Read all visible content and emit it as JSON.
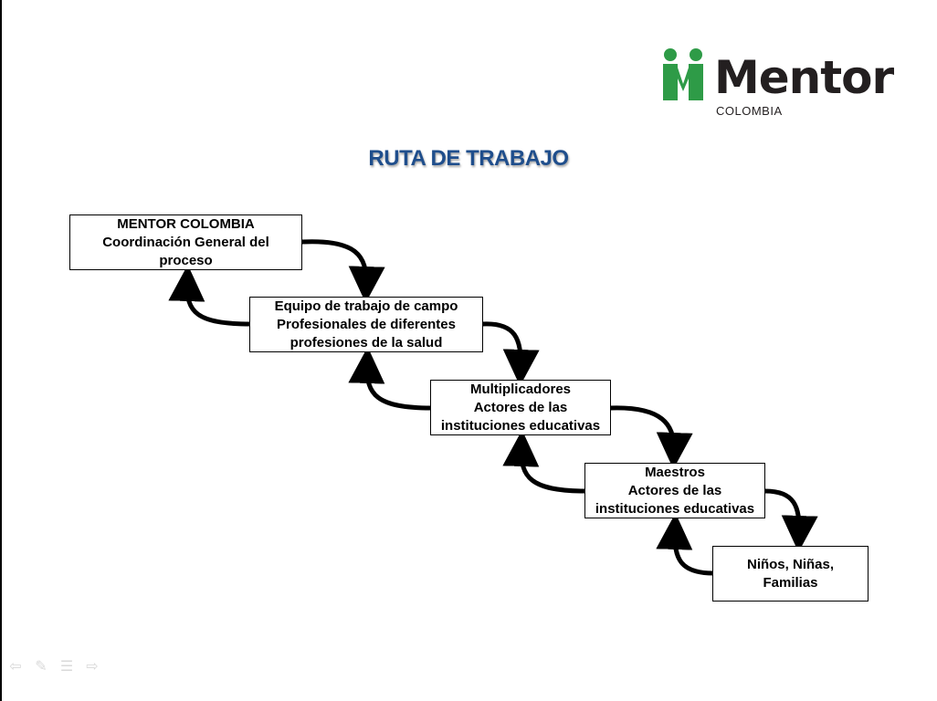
{
  "logo": {
    "name": "Mentor",
    "subtitle": "COLOMBIA",
    "brand_color": "#2e9b47",
    "text_color": "#231f20"
  },
  "title": "RUTA DE TRABAJO",
  "title_color": "#1f4e8c",
  "boxes": [
    {
      "lines": [
        "MENTOR COLOMBIA",
        "Coordinación General del",
        "proceso"
      ]
    },
    {
      "lines": [
        "Equipo de trabajo de campo",
        "Profesionales de diferentes",
        "profesiones de la salud"
      ]
    },
    {
      "lines": [
        "Multiplicadores",
        "Actores de las",
        "instituciones educativas"
      ]
    },
    {
      "lines": [
        "Maestros",
        "Actores de las",
        "instituciones educativas"
      ]
    },
    {
      "lines": [
        "Niños, Niñas,",
        "Familias"
      ]
    }
  ],
  "nav_icons": [
    "back-arrow-icon",
    "pen-icon",
    "menu-icon",
    "forward-arrow-icon"
  ]
}
